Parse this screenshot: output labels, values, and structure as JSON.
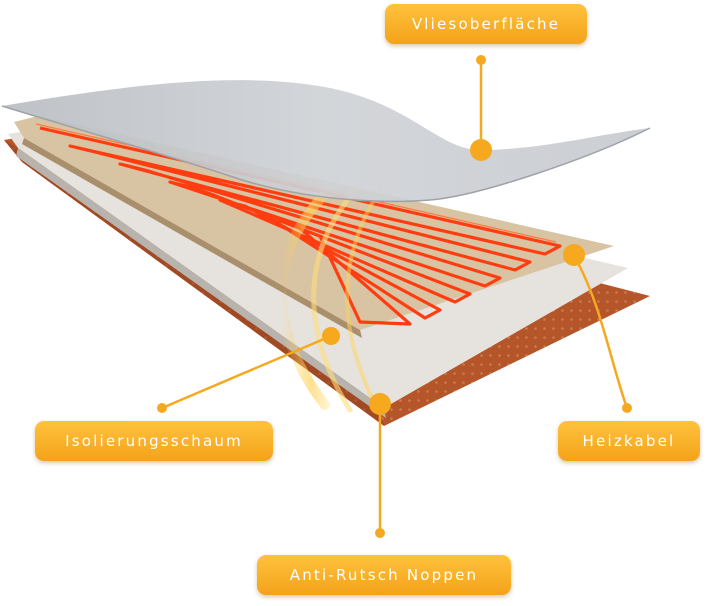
{
  "diagram": {
    "labels": {
      "vlies": "Vliesoberfläche",
      "iso": "Isolierungsschaum",
      "heiz": "Heizkabel",
      "noppen": "Anti-Rutsch Noppen"
    },
    "colors": {
      "accent": "#f6a81f",
      "cable": "#ff3d10",
      "anti_slip_layer": "#b4562a",
      "insulation_layer": "#d9d5d0",
      "top_fleece": "#bfc3c8"
    }
  }
}
